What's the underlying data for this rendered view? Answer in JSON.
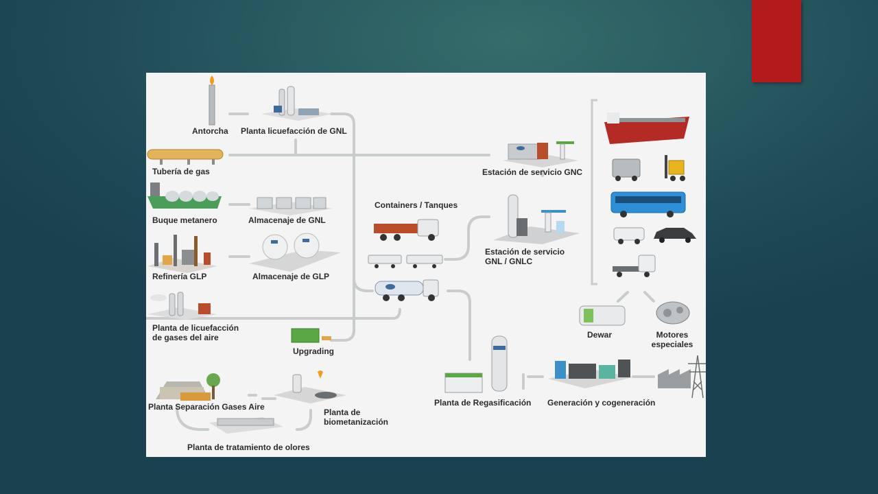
{
  "slide": {
    "accent_color": "#b21a1b"
  },
  "labels": {
    "antorcha": "Antorcha",
    "planta_licuefaccion_gnl": "Planta licuefacción de GNL",
    "tuberia_gas": "Tubería de gas",
    "buque_metanero": "Buque metanero",
    "almacenaje_gnl": "Almacenaje de  GNL",
    "refineria_glp": "Refinería GLP",
    "almacenaje_glp": "Almacenaje de GLP",
    "planta_licuefaccion_gases_aire": "Planta de licuefacción\nde gases del aire",
    "upgrading": "Upgrading",
    "planta_separacion_gases_aire": "Planta Separación Gases Aire",
    "planta_biometanizacion": "Planta de\nbiometanización",
    "planta_tratamiento_olores": "Planta de tratamiento de olores",
    "containers_tanques": "Containers / Tanques",
    "estacion_gnc": "Estación de servicio GNC",
    "estacion_gnl_gnlc": "Estación de servicio\nGNL / GNLC",
    "planta_regasificacion": "Planta de Regasificación",
    "generacion_cogeneracion": "Generación y cogeneración",
    "dewar": "Dewar",
    "motores_especiales": "Motores\nespeciales"
  }
}
